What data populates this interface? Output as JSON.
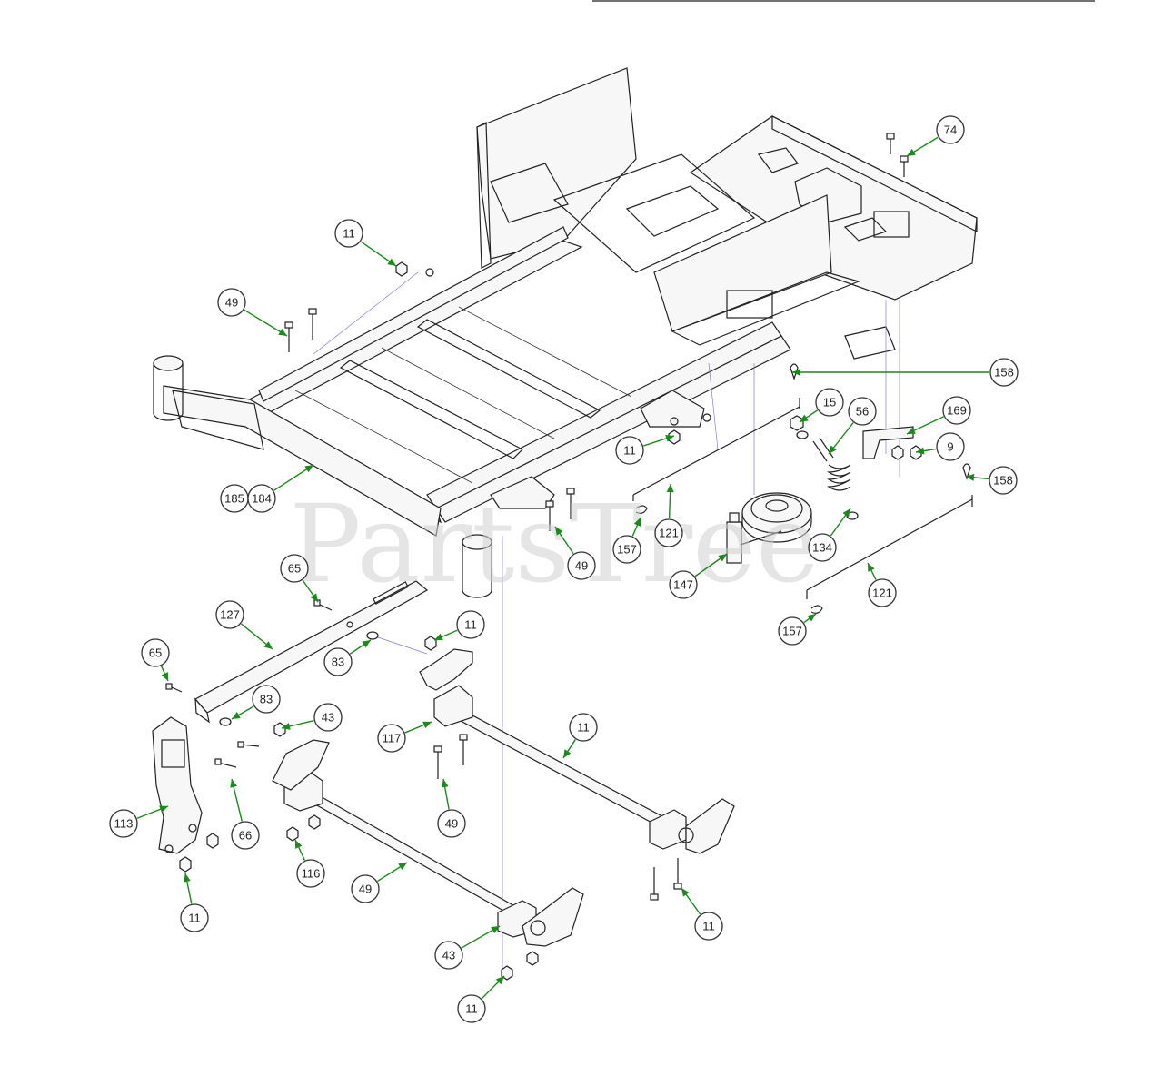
{
  "watermark": "PartsTree",
  "callouts": [
    {
      "label": "74"
    },
    {
      "label": "11"
    },
    {
      "label": "49"
    },
    {
      "label": "158"
    },
    {
      "label": "15"
    },
    {
      "label": "56"
    },
    {
      "label": "169"
    },
    {
      "label": "9"
    },
    {
      "label": "11"
    },
    {
      "label": "158"
    },
    {
      "label": "185"
    },
    {
      "label": "184"
    },
    {
      "label": "121"
    },
    {
      "label": "157"
    },
    {
      "label": "49"
    },
    {
      "label": "134"
    },
    {
      "label": "147"
    },
    {
      "label": "121"
    },
    {
      "label": "157"
    },
    {
      "label": "65"
    },
    {
      "label": "127"
    },
    {
      "label": "11"
    },
    {
      "label": "83"
    },
    {
      "label": "65"
    },
    {
      "label": "83"
    },
    {
      "label": "43"
    },
    {
      "label": "117"
    },
    {
      "label": "11"
    },
    {
      "label": "113"
    },
    {
      "label": "66"
    },
    {
      "label": "49"
    },
    {
      "label": "11"
    },
    {
      "label": "116"
    },
    {
      "label": "49"
    },
    {
      "label": "11"
    },
    {
      "label": "43"
    },
    {
      "label": "11"
    }
  ]
}
